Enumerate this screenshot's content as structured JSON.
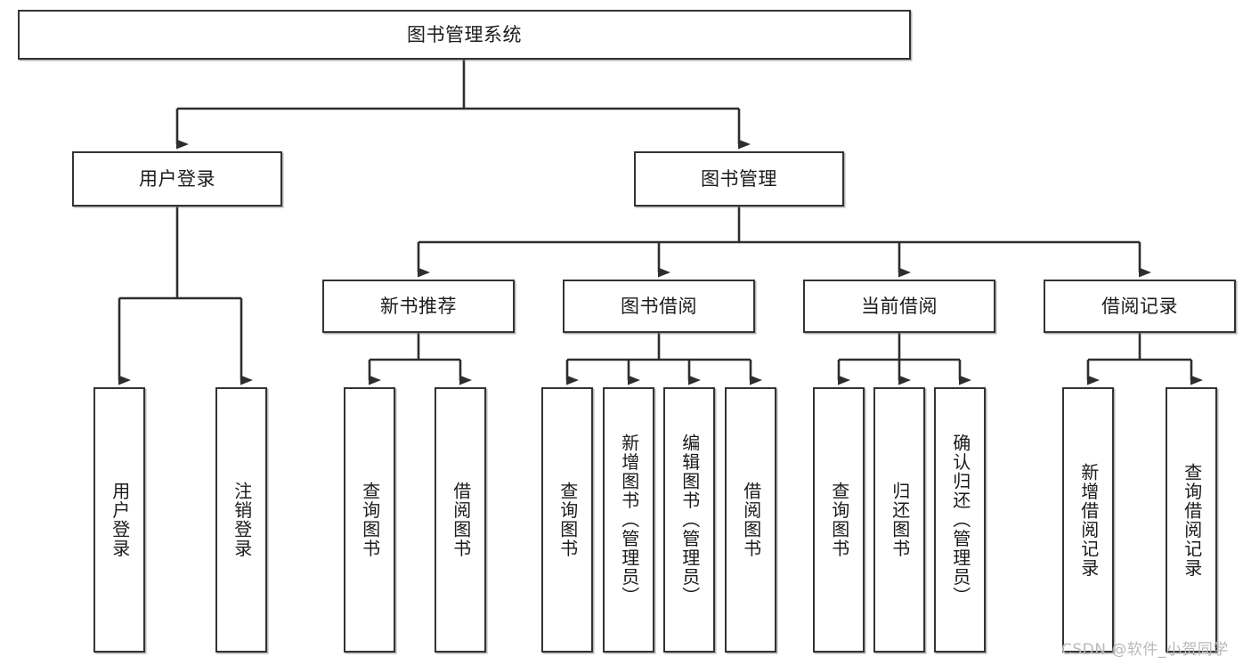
{
  "diagram": {
    "title_node": {
      "label": "图书管理系统"
    },
    "level1": [
      {
        "label": "用户登录"
      },
      {
        "label": "图书管理"
      }
    ],
    "level2": [
      {
        "label": "新书推荐"
      },
      {
        "label": "图书借阅"
      },
      {
        "label": "当前借阅"
      },
      {
        "label": "借阅记录"
      }
    ],
    "leaves": {
      "user_login": [
        {
          "label": "用户登录"
        },
        {
          "label": "注销登录"
        }
      ],
      "new_book": [
        {
          "label": "查询图书"
        },
        {
          "label": "借阅图书"
        }
      ],
      "book_borrow": [
        {
          "label": "查询图书"
        },
        {
          "label": "新增图书（管理员）"
        },
        {
          "label": "编辑图书（管理员）"
        },
        {
          "label": "借阅图书"
        }
      ],
      "current_borrow": [
        {
          "label": "查询图书"
        },
        {
          "label": "归还图书"
        },
        {
          "label": "确认归还（管理员）"
        }
      ],
      "borrow_record": [
        {
          "label": "新增借阅记录"
        },
        {
          "label": "查询借阅记录"
        }
      ]
    }
  },
  "watermark": {
    "text": "CSDN @软件_小贺同学"
  },
  "colors": {
    "box_border": "#333333",
    "box_fill": "#ffffff",
    "wire": "#2e2e2e",
    "text": "#1b1b1b",
    "watermark": "#b9b9b9"
  }
}
